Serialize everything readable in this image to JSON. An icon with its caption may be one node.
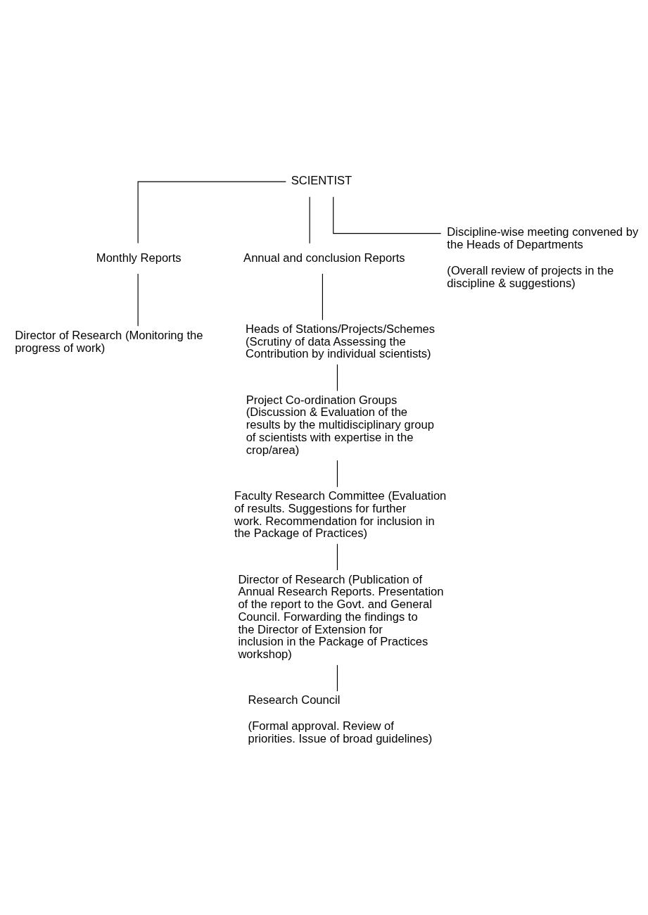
{
  "diagram": {
    "nodes": [
      {
        "text": [
          "SCIENTIST"
        ]
      },
      {
        "text": [
          "Monthly Reports"
        ]
      },
      {
        "text": [
          "Director of Research (Monitoring the progress of work)"
        ]
      },
      {
        "text": [
          "Annual and conclusion Reports"
        ]
      },
      {
        "text": [
          "Heads of Stations/Projects/Schemes (Scrutiny of data Assessing the Contribution by individual scientists)"
        ]
      },
      {
        "text": [
          "Project Co-ordination Groups (Discussion & Evaluation of the results by the multidisciplinary group of scientists with expertise in the crop/area)"
        ]
      },
      {
        "text": [
          "Discipline-wise meeting convened by the Heads of Departments",
          "(Overall review of projects in the discipline & suggestions)"
        ]
      },
      {
        "text": [
          "Faculty Research Committee (Evaluation of results. Suggestions for further work. Recommendation for inclusion in the Package of Practices)"
        ]
      },
      {
        "text": [
          "Director of Research (Publication of Annual Research Reports. Presentation of the report to the Govt. and General Council. Forwarding the findings to the Director of Extension for inclusion in the Package of Practices workshop)"
        ]
      },
      {
        "text": [
          "Research Council",
          "(Formal approval. Review of priorities. Issue of broad guidelines)"
        ]
      }
    ],
    "edges": [
      {
        "from": 0,
        "to": 1,
        "arrow": "none"
      },
      {
        "from": 0,
        "to": 3,
        "arrow": "none"
      },
      {
        "from": 0,
        "to": 6,
        "arrow": "none"
      },
      {
        "from": 1,
        "to": 2,
        "arrow": "none"
      },
      {
        "from": 3,
        "to": 4,
        "arrow": "none"
      },
      {
        "from": 4,
        "to": 5,
        "arrow": "none"
      },
      {
        "from": 5,
        "to": 7,
        "arrow": "none"
      },
      {
        "from": 7,
        "to": 8,
        "arrow": "none"
      },
      {
        "from": 8,
        "to": 9,
        "arrow": "none"
      }
    ]
  }
}
